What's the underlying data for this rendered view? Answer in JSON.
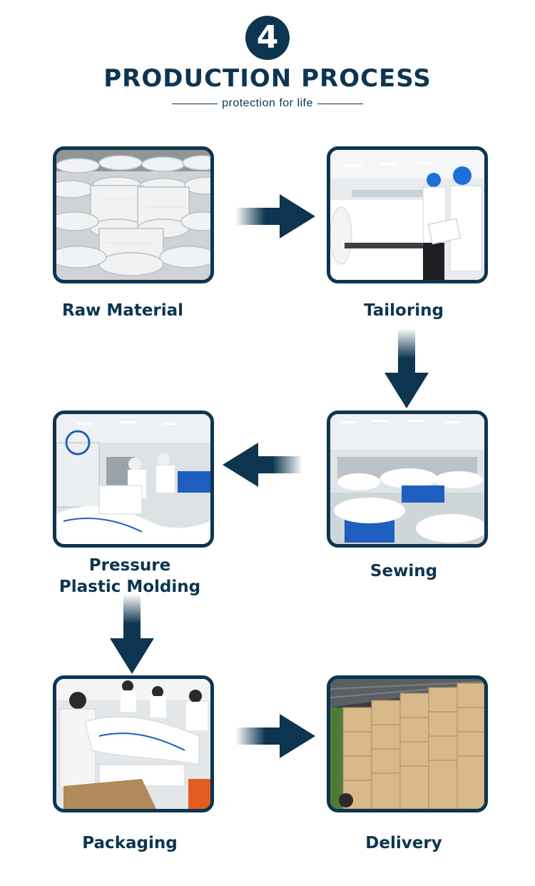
{
  "header": {
    "step_number": "4",
    "title": "PRODUCTION PROCESS",
    "subtitle": "protection for life"
  },
  "steps": [
    {
      "label": "Raw Material",
      "image": "raw-material-rolls"
    },
    {
      "label": "Tailoring",
      "image": "tailoring-workshop"
    },
    {
      "label": "Sewing",
      "image": "sewing-workshop"
    },
    {
      "label_line1": "Pressure",
      "label_line2": "Plastic Molding",
      "image": "pressure-molding-workshop"
    },
    {
      "label": "Packaging",
      "image": "packaging-workers"
    },
    {
      "label": "Delivery",
      "image": "stacked-cartons-truck"
    }
  ],
  "colors": {
    "primary": "#0d3550",
    "background": "#ffffff"
  }
}
